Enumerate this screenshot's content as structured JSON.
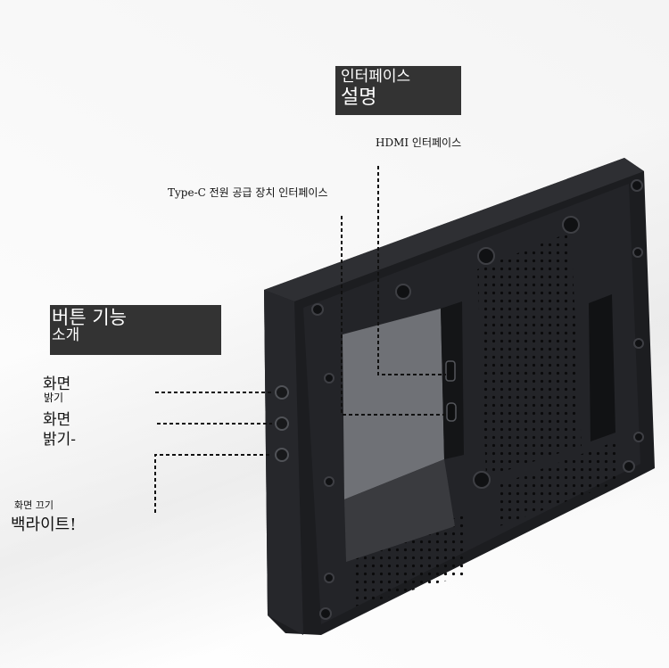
{
  "labels": {
    "interface_title_line1": "인터페이스",
    "interface_title_line2": "설명",
    "hdmi": "HDMI 인터페이스",
    "typec": "Type-C 전원 공급 장치 인터페이스",
    "buttons_title_line1": "버튼 기능",
    "buttons_title_line2": "소개",
    "button1_line1": "화면",
    "button1_line2": "밝기",
    "button2_line1": "화면",
    "button2_line2": "밝기-",
    "button3_line1": "화면 끄기",
    "button3_line2": "백라이트!"
  },
  "colors": {
    "label_box": "#333333",
    "device_body": "#1e1f22",
    "device_edge": "#2c2d31"
  }
}
